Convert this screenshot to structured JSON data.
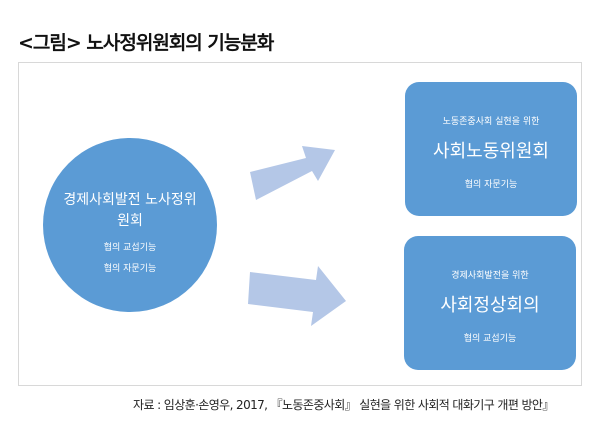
{
  "title": "<그림> 노사정위원회의 기능분화",
  "circle": {
    "name": "경제사회발전 노사정위원회",
    "functions": [
      "협의 교섭기능",
      "협의 자문기능"
    ]
  },
  "boxes": [
    {
      "purpose": "노동존중사회 실현을 위한",
      "name": "사회노동위원회",
      "function": "협의 자문기능"
    },
    {
      "purpose": "경제사회발전을 위한",
      "name": "사회정상회의",
      "function": "협의 교섭기능"
    }
  ],
  "source": "자료 : 임상훈·손영우, 2017, 『노동존중사회』 실현을 위한 사회적 대화기구 개편 방안』",
  "colors": {
    "shape": "#5b9bd5",
    "arrow": "#b4c7e7"
  }
}
